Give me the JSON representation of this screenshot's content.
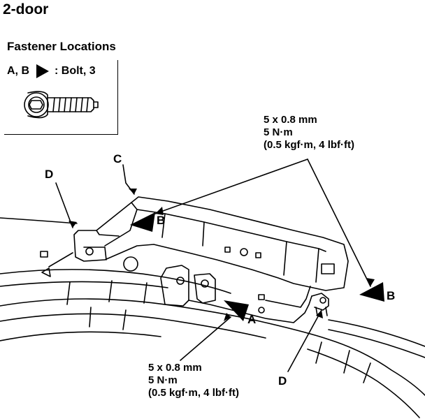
{
  "title": "2-door",
  "fastener_title": "Fastener Locations",
  "legend": {
    "keys": "A, B",
    "separator": ": Bolt, 3",
    "triangle_icon": "filled-right-triangle"
  },
  "spec_top": {
    "size": "5 x 0.8 mm",
    "torque": "5 N·m",
    "alt": "(0.5 kgf·m, 4 lbf·ft)"
  },
  "spec_bottom": {
    "size": "5 x 0.8 mm",
    "torque": "5 N·m",
    "alt": "(0.5 kgf·m, 4 lbf·ft)"
  },
  "labels": {
    "c": "C",
    "d_left": "D",
    "d_right": "D",
    "b_left": "B",
    "b_right": "B",
    "a": "A"
  },
  "colors": {
    "ink": "#000000",
    "paper": "#ffffff"
  }
}
